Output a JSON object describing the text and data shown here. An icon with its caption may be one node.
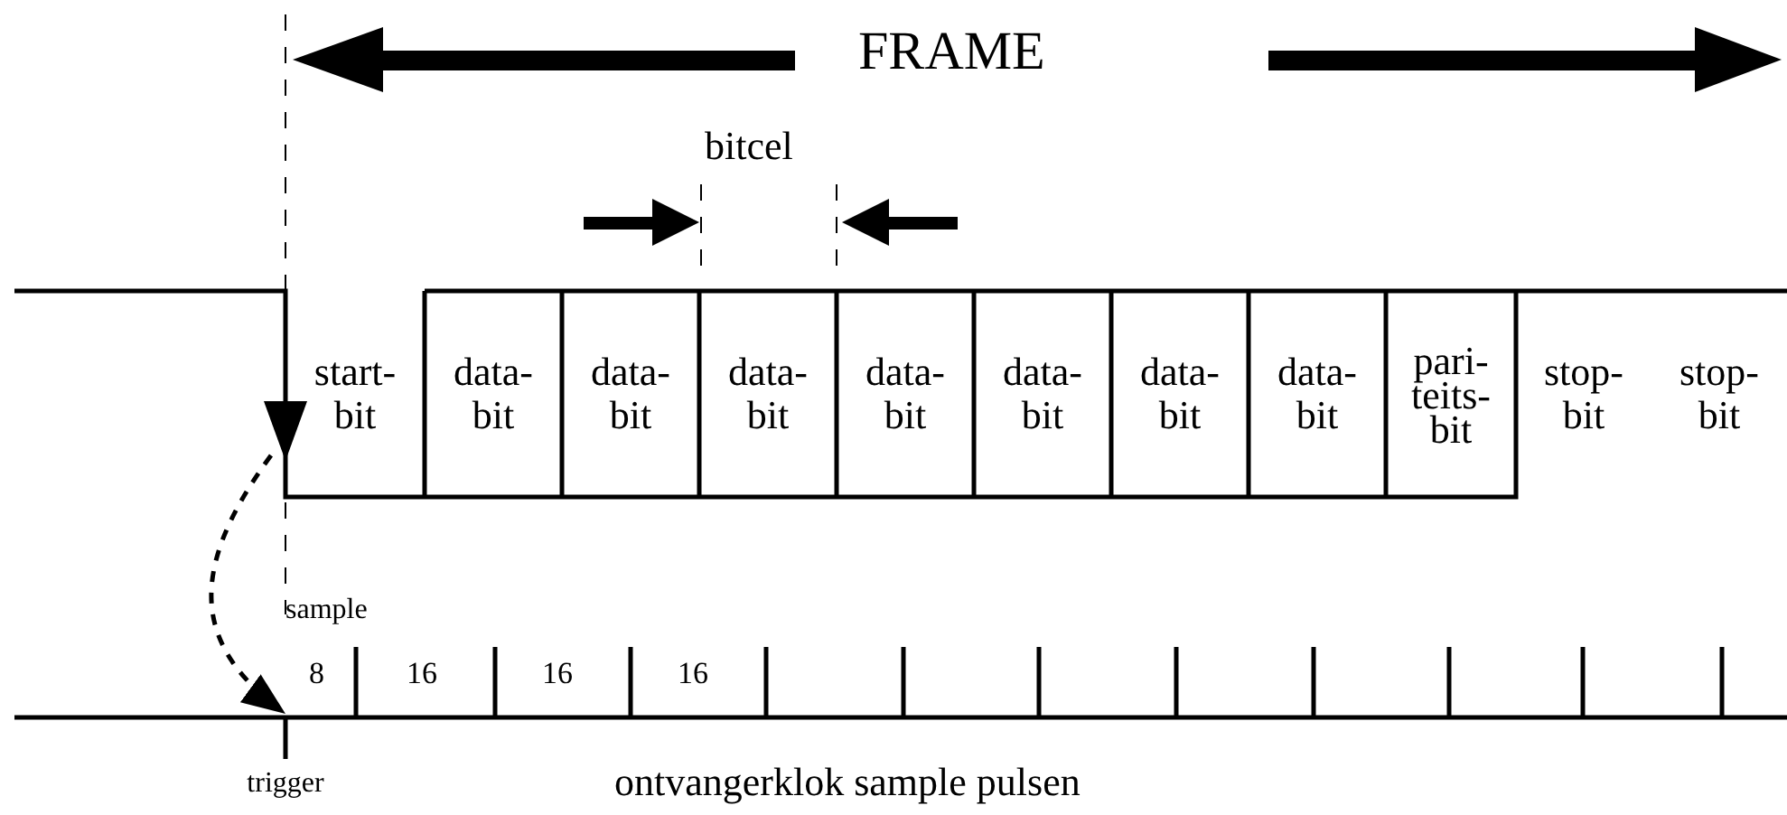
{
  "diagram": {
    "nodes": [
      {
        "text": [
          "start- bit"
        ]
      },
      {
        "text": [
          "data- bit"
        ]
      },
      {
        "text": [
          "data- bit"
        ]
      },
      {
        "text": [
          "data- bit"
        ]
      },
      {
        "text": [
          "data- bit"
        ]
      },
      {
        "text": [
          "data- bit"
        ]
      },
      {
        "text": [
          "data- bit"
        ]
      },
      {
        "text": [
          "data- bit"
        ]
      },
      {
        "text": [
          "pari- teits- bit"
        ]
      },
      {
        "text": [
          "stop- bit"
        ]
      },
      {
        "text": [
          "stop- bit"
        ]
      },
      {
        "text": [
          "trigger"
        ]
      }
    ],
    "edges": [
      {
        "from": 0,
        "to": 11,
        "arrow": "to",
        "style": "dashed"
      }
    ],
    "labels": [
      "FRAME",
      "bitcel",
      "sample",
      "8",
      "16",
      "16",
      "16",
      "ontvangerklok sample pulsen"
    ]
  }
}
